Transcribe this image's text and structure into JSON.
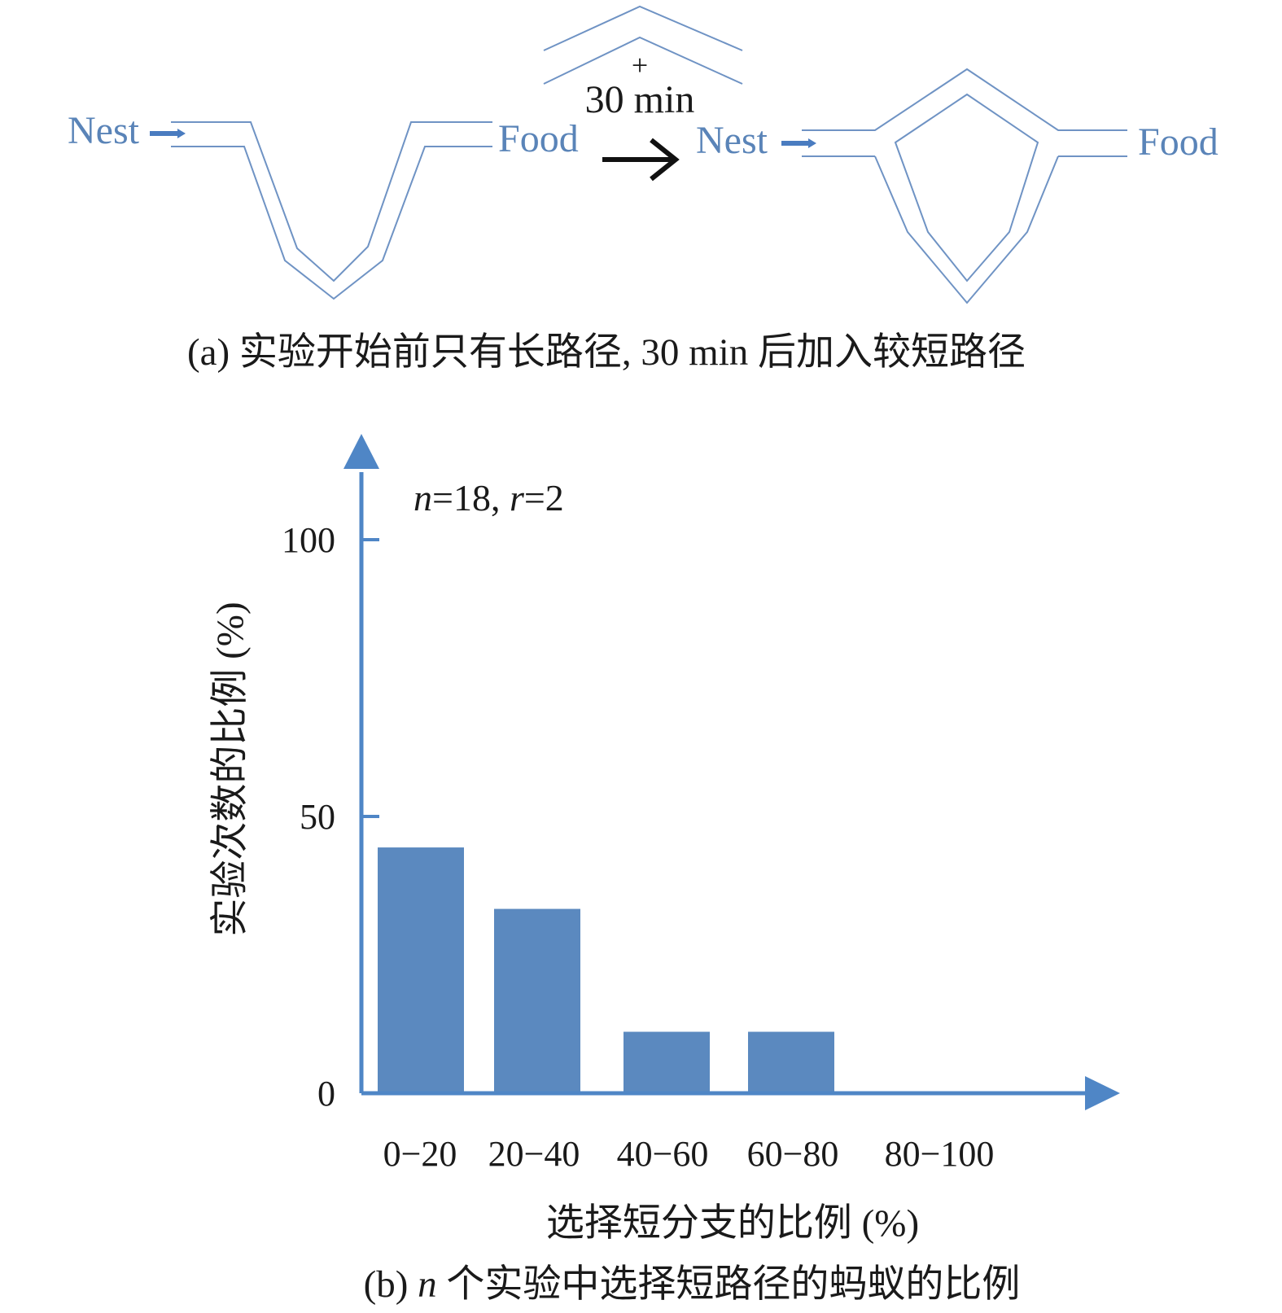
{
  "diagram": {
    "left": {
      "nest_label": "Nest",
      "food_label": "Food"
    },
    "right": {
      "nest_label": "Nest",
      "food_label": "Food"
    },
    "transition": {
      "plus": "+",
      "time": "30 min"
    }
  },
  "caption_a": "(a) 实验开始前只有长路径, 30 min 后加入较短路径",
  "annotation": {
    "n_var": "n",
    "n_eq": "=18, ",
    "r_var": "r",
    "r_eq": "=2"
  },
  "chart_data": {
    "type": "bar",
    "categories": [
      "0−20",
      "20−40",
      "40−60",
      "60−80",
      "80−100"
    ],
    "values": [
      44.4,
      33.3,
      11.1,
      11.1,
      0
    ],
    "xlabel": "选择短分支的比例 (%)",
    "ylabel": "实验次数的比例 (%)",
    "ylim": [
      0,
      100
    ],
    "yticks": [
      "0",
      "50",
      "100"
    ],
    "bar_color": "#5b89bf",
    "axis_color": "#4f86c6",
    "grid": false
  },
  "caption_b": {
    "prefix": "(b) ",
    "var": "n",
    "rest": " 个实验中选择短路径的蚂蚁的比例"
  }
}
